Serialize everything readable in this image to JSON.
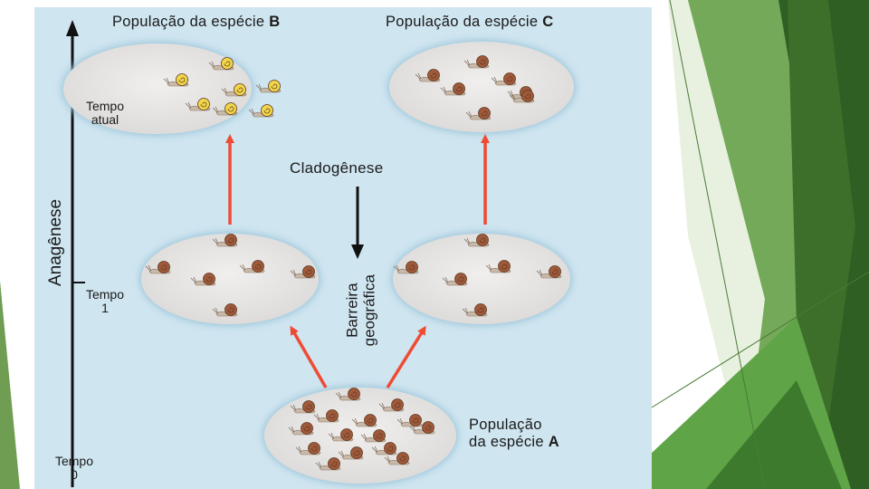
{
  "labels": {
    "pop_b_prefix": "População da espécie ",
    "pop_b_letter": "B",
    "pop_c_prefix": "População da espécie ",
    "pop_c_letter": "C",
    "pop_a_line1": "População",
    "pop_a_line2_prefix": "da espécie ",
    "pop_a_letter": "A",
    "tempo_atual_1": "Tempo",
    "tempo_atual_2": "atual",
    "tempo1_1": "Tempo",
    "tempo1_2": "1",
    "tempo0_1": "Tempo",
    "tempo0_2": "0",
    "anagenese": "Anagênese",
    "cladogenese": "Cladogênese",
    "barreira_1": "Barreira",
    "barreira_2": "geográfica"
  },
  "colors": {
    "figure_bg": "#cfe5f0",
    "ellipse_fill": "#e9e7e5",
    "arrow_red": "#ef4b33",
    "snail_brown": "#a0593a",
    "snail_yellow": "#f2d64a",
    "green_dark": "#2f5f22",
    "green_mid": "#5e9a45",
    "green_light": "#a8cf8c"
  }
}
